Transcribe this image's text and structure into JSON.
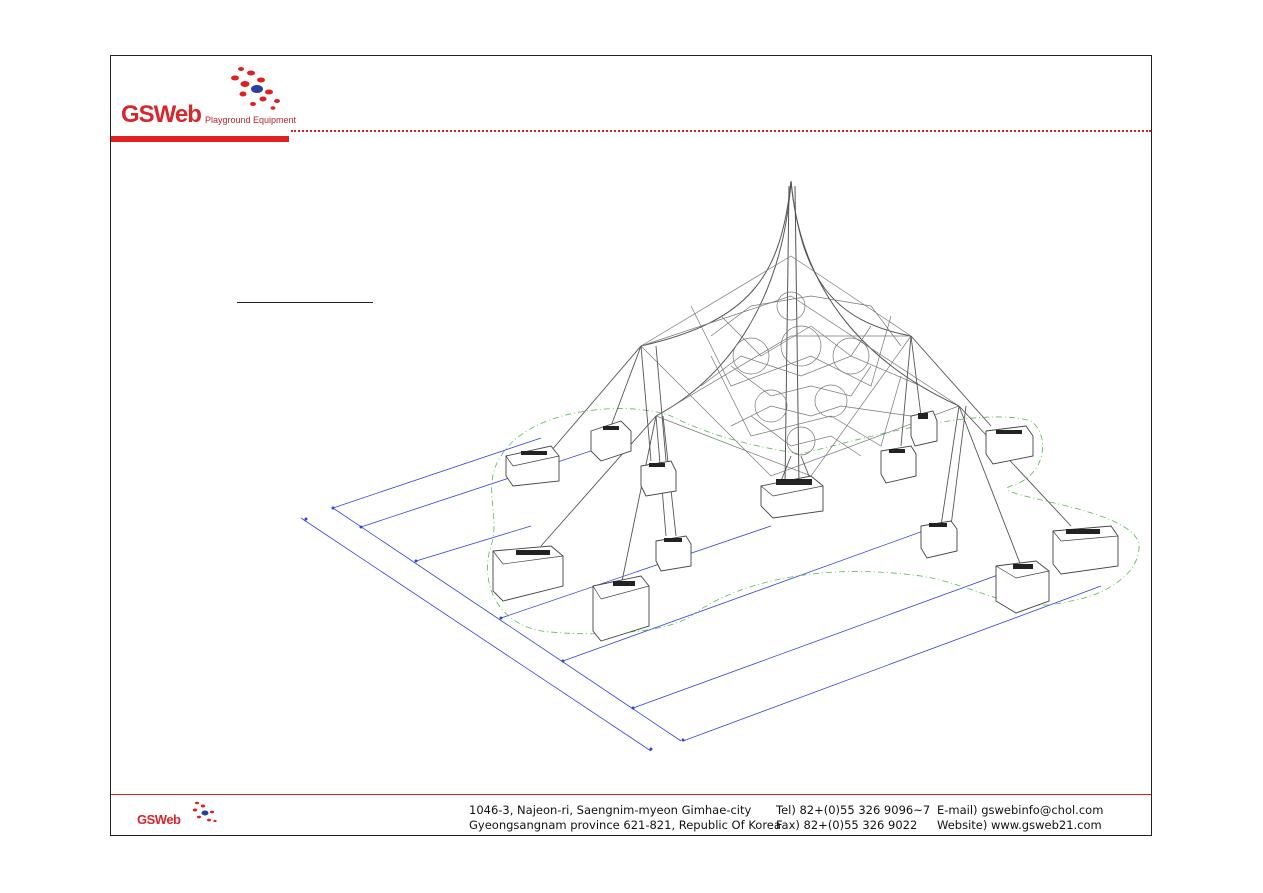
{
  "header": {
    "logo_text": "GSWeb",
    "logo_subtitle": "Playground Equipment"
  },
  "footer": {
    "logo_text": "GSWeb",
    "address_line1": "1046-3, Najeon-ri, Saengnim-myeon Gimhae-city",
    "address_line2": "Gyeongsangnam province 621-821, Republic Of Korea",
    "tel": "Tel) 82+(0)55 326 9096~7",
    "fax": "Fax) 82+(0)55 326 9022",
    "email": "E-mail) gswebinfo@chol.com",
    "website": "Website) www.gsweb21.com"
  },
  "colors": {
    "brand_red": "#d7262c",
    "dimension_blue": "#3344dd",
    "boundary_green": "#55bb55"
  }
}
